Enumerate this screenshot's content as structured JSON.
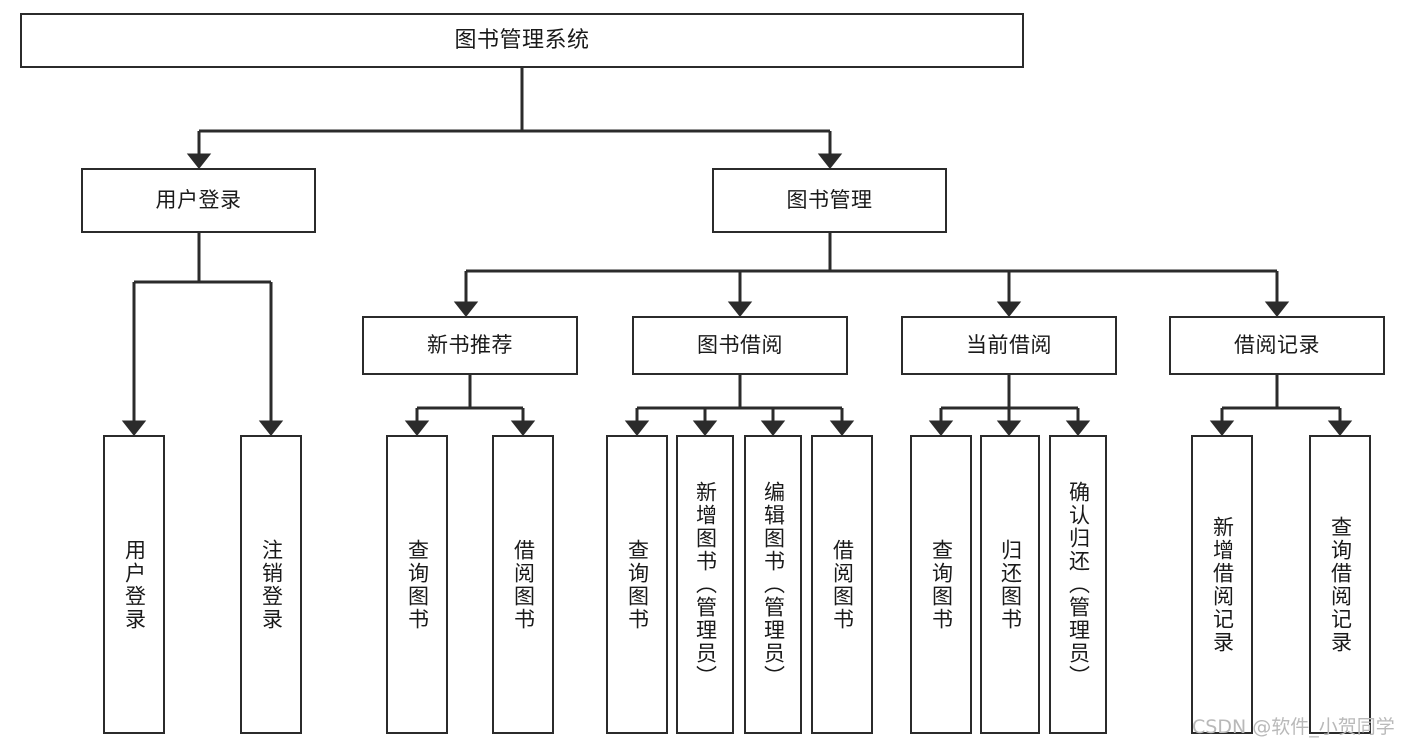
{
  "diagram": {
    "title": "图书管理系统",
    "type": "tree",
    "stroke_color": "#2b2b2b",
    "fill_color": "#ffffff",
    "text_color": "#1a1a1a",
    "watermark": "CSDN @软件_小贺同学"
  },
  "nodes": {
    "root": {
      "label": "图书管理系统"
    },
    "level2": [
      {
        "id": "user-login",
        "label": "用户登录"
      },
      {
        "id": "book-manage",
        "label": "图书管理"
      }
    ],
    "level3": [
      {
        "id": "new-book-recommend",
        "label": "新书推荐"
      },
      {
        "id": "book-borrow",
        "label": "图书借阅"
      },
      {
        "id": "current-borrow",
        "label": "当前借阅"
      },
      {
        "id": "borrow-record",
        "label": "借阅记录"
      }
    ],
    "leaves": [
      {
        "id": "leaf-user-login",
        "label": "用户登录",
        "parent": "user-login"
      },
      {
        "id": "leaf-user-logout",
        "label": "注销登录",
        "parent": "user-login"
      },
      {
        "id": "leaf-query-book-1",
        "label": "查询图书",
        "parent": "new-book-recommend"
      },
      {
        "id": "leaf-borrow-book-1",
        "label": "借阅图书",
        "parent": "new-book-recommend"
      },
      {
        "id": "leaf-query-book-2",
        "label": "查询图书",
        "parent": "book-borrow"
      },
      {
        "id": "leaf-add-book",
        "label": "新增图书（管理员）",
        "parent": "book-borrow"
      },
      {
        "id": "leaf-edit-book",
        "label": "编辑图书（管理员）",
        "parent": "book-borrow"
      },
      {
        "id": "leaf-borrow-book-2",
        "label": "借阅图书",
        "parent": "book-borrow"
      },
      {
        "id": "leaf-query-book-3",
        "label": "查询图书",
        "parent": "current-borrow"
      },
      {
        "id": "leaf-return-book",
        "label": "归还图书",
        "parent": "current-borrow"
      },
      {
        "id": "leaf-confirm-return",
        "label": "确认归还（管理员）",
        "parent": "current-borrow"
      },
      {
        "id": "leaf-add-record",
        "label": "新增借阅记录",
        "parent": "borrow-record"
      },
      {
        "id": "leaf-query-record",
        "label": "查询借阅记录",
        "parent": "borrow-record"
      }
    ]
  }
}
